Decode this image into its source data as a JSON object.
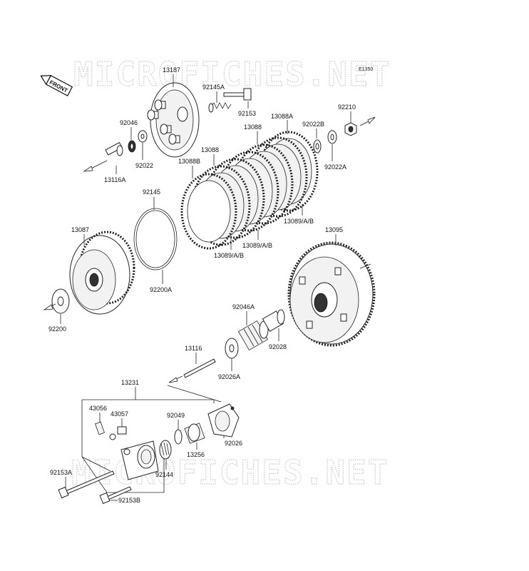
{
  "watermark": {
    "top": "MICROFICHES.NET",
    "bottom": "MICROFICHES.NET"
  },
  "diagram_code": "E1350",
  "front_label": "FRONT",
  "labels": {
    "p13187": "13187",
    "p92145A": "92145A",
    "p92153": "92153",
    "p92046": "92046",
    "p92022": "92022",
    "p13116A": "13116A",
    "p13088A": "13088A",
    "p13088_1": "13088",
    "p13088_2": "13088",
    "p13088B": "13088B",
    "p92022B": "92022B",
    "p92022A": "92022A",
    "p92210": "92210",
    "p92145": "92145",
    "p13089_1": "13089/A/B",
    "p13089_2": "13089/A/B",
    "p13089_3": "13089/A/B",
    "p13095": "13095",
    "p13087": "13087",
    "p92200A": "92200A",
    "p92200": "92200",
    "p92046A": "92046A",
    "p92028": "92028",
    "p13116": "13116",
    "p92026A": "92026A",
    "p13231": "13231",
    "p43056": "43056",
    "p43057": "43057",
    "p92049": "92049",
    "p92026": "92026",
    "p13256": "13256",
    "p92144": "92144",
    "p92153A": "92153A",
    "p92153B": "92153B"
  }
}
